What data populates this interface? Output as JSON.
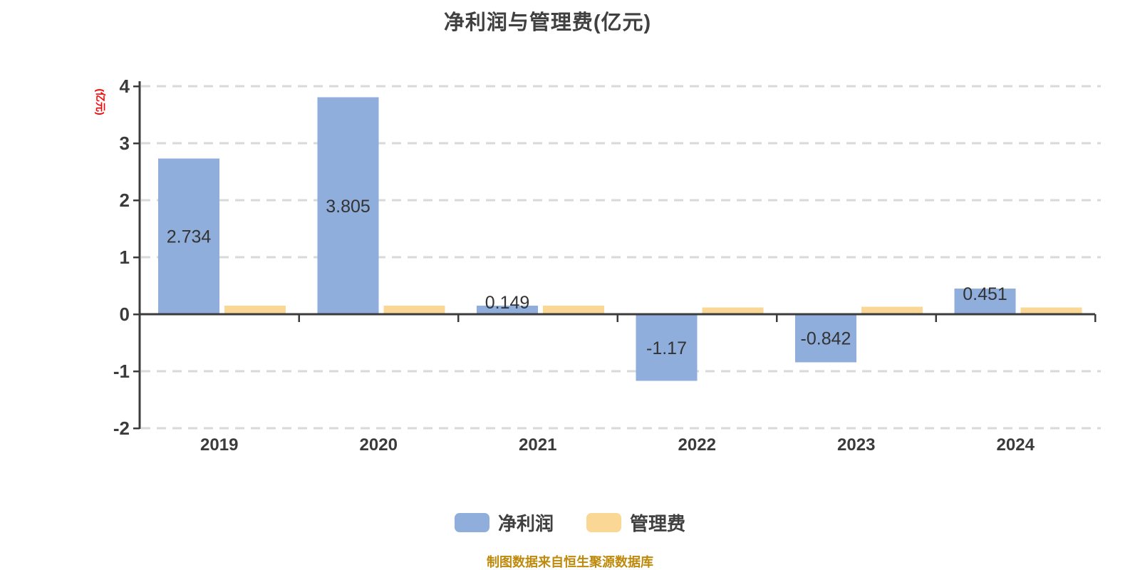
{
  "title": "净利润与管理费(亿元)",
  "y_axis_unit_label": "(亿元)",
  "footer_note": "制图数据来自恒生聚源数据库",
  "legend": {
    "position": "bottom",
    "items": [
      {
        "label": "净利润",
        "color_key": "net_profit"
      },
      {
        "label": "管理费",
        "color_key": "mgmt_fee"
      }
    ]
  },
  "colors": {
    "net_profit": "#8FAEDC",
    "mgmt_fee": "#FBD795",
    "axis": "#3B3B3B",
    "grid": "#D9D9D9",
    "value_label": "#333333",
    "tick_text": "#3B3B3B",
    "title_text": "#404040",
    "y_unit_label": "#FF0000",
    "footer_note": "#BD8A0B"
  },
  "chart_data": {
    "type": "bar",
    "title": "净利润与管理费(亿元)",
    "categories": [
      "2019",
      "2020",
      "2021",
      "2022",
      "2023",
      "2024"
    ],
    "series": [
      {
        "name": "净利润",
        "color_key": "net_profit",
        "values": [
          2.734,
          3.805,
          0.149,
          -1.17,
          -0.842,
          0.451
        ],
        "data_labels": [
          "2.734",
          "3.805",
          "0.149",
          "-1.17",
          "-0.842",
          "0.451"
        ]
      },
      {
        "name": "管理费",
        "color_key": "mgmt_fee",
        "values": [
          0.15,
          0.15,
          0.15,
          0.12,
          0.13,
          0.12
        ],
        "data_labels": null
      }
    ],
    "xlabel": "",
    "ylabel": "(亿元)",
    "ylim": [
      -2,
      4
    ],
    "yticks": [
      4,
      3,
      2,
      1,
      0,
      -1,
      -2
    ],
    "grid": "horizontal-dashed",
    "legend_position": "bottom"
  }
}
